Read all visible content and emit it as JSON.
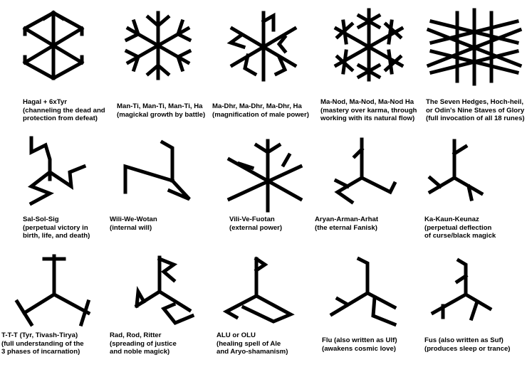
{
  "runes": [
    {
      "name": "Hagal + 6xTyr",
      "lines": [
        "(channeling the dead and",
        "protection from defeat)"
      ]
    },
    {
      "name": "Man-Ti, Man-Ti, Man-Ti, Ha",
      "lines": [
        "(magickal growth by battle)"
      ]
    },
    {
      "name": "Ma-Dhr, Ma-Dhr, Ma-Dhr, Ha",
      "lines": [
        "(magnification of male power)"
      ]
    },
    {
      "name": "Ma-Nod, Ma-Nod, Ma-Nod Ha",
      "lines": [
        "(mastery over karma, through",
        "working with its natural flow)"
      ]
    },
    {
      "name": "The Seven Hedges, Hoch-heil,",
      "lines": [
        "or Odin's Nine Staves of Glory",
        "(full invocation of all 18 runes)"
      ]
    },
    {
      "name": "Sal-Sol-Sig",
      "lines": [
        "(perpetual victory in",
        "birth, life, and death)"
      ]
    },
    {
      "name": "Wili-We-Wotan",
      "lines": [
        "(internal will)"
      ]
    },
    {
      "name": "Vili-Ve-Fuotan",
      "lines": [
        "(external power)"
      ]
    },
    {
      "name": "Aryan-Arman-Arhat",
      "lines": [
        "(the eternal Fanisk)"
      ]
    },
    {
      "name": "Ka-Kaun-Keunaz",
      "lines": [
        "(perpetual deflection",
        "of curse/black magick"
      ]
    },
    {
      "name": "T-T-T (Tyr, Tivash-Tirya)",
      "lines": [
        "(full understanding of the",
        "3 phases of incarnation)"
      ]
    },
    {
      "name": "Rad, Rod, Ritter",
      "lines": [
        "(spreading of justice",
        "and noble magick)"
      ]
    },
    {
      "name": "ALU or OLU",
      "lines": [
        "(healing spell of Ale",
        "and Aryo-shamanism)"
      ]
    },
    {
      "name": "Flu (also written as Ulf)",
      "lines": [
        "(awakens cosmic love)"
      ]
    },
    {
      "name": "Fus (also written as Suf)",
      "lines": [
        "(produces sleep or trance)"
      ]
    }
  ]
}
